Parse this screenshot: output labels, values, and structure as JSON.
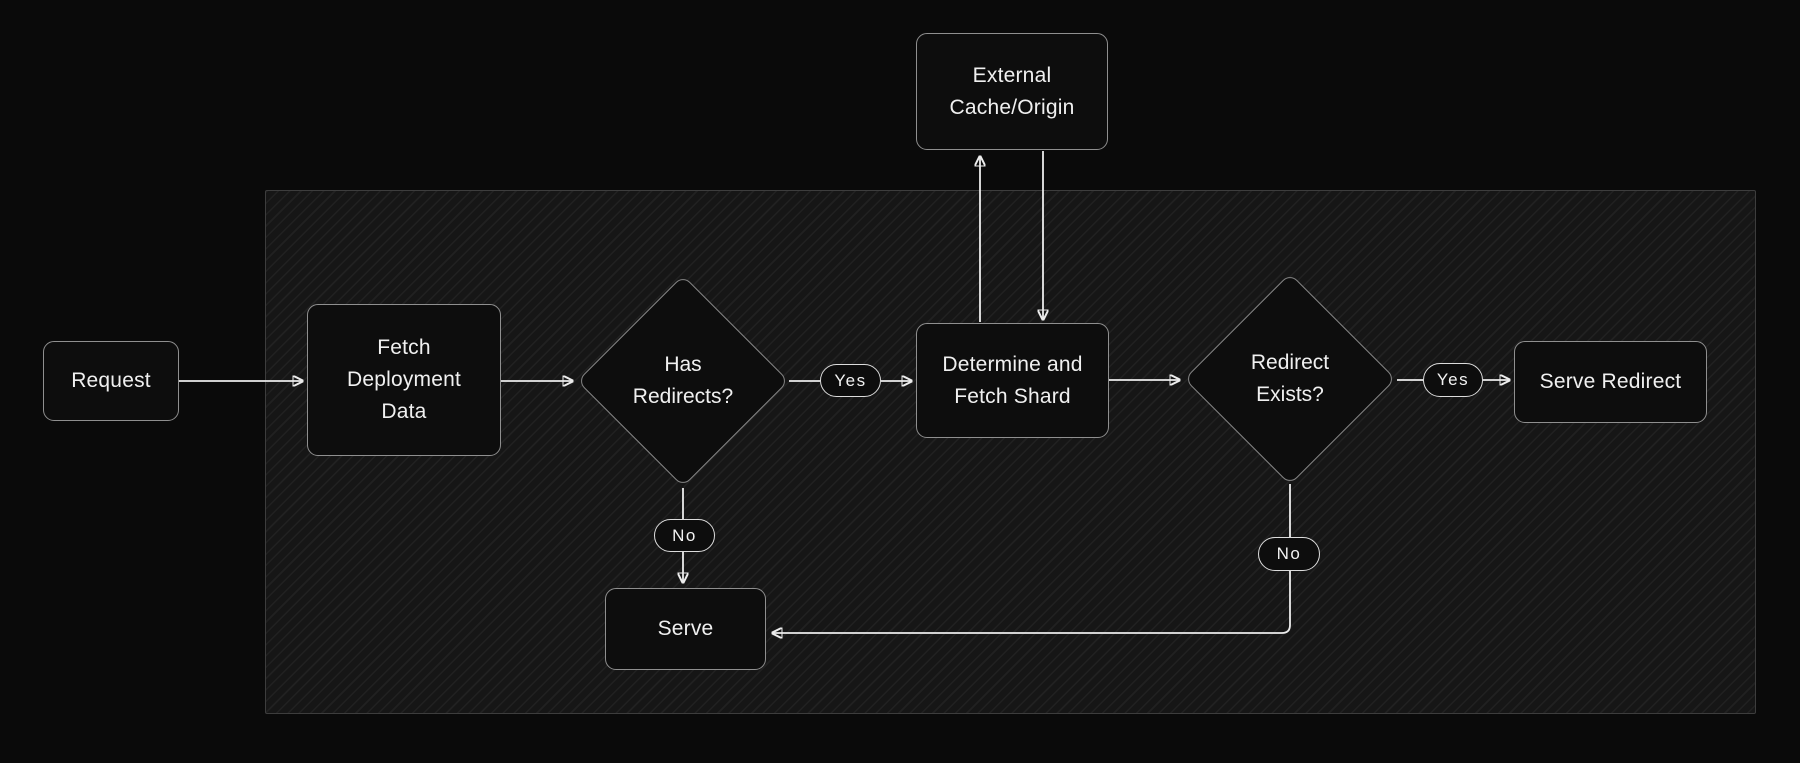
{
  "diagram": {
    "type": "flowchart",
    "direction": "left-to-right",
    "nodes": {
      "request": {
        "label": "Request",
        "shape": "rect"
      },
      "fetch_deployment_data": {
        "label": "Fetch Deployment Data",
        "shape": "rect"
      },
      "has_redirects": {
        "label": "Has Redirects?",
        "shape": "diamond"
      },
      "determine_and_fetch_shard": {
        "label": "Determine and Fetch Shard",
        "shape": "rect"
      },
      "external_cache_origin": {
        "label": "External Cache/Origin",
        "shape": "rect"
      },
      "redirect_exists": {
        "label": "Redirect Exists?",
        "shape": "diamond"
      },
      "serve_redirect": {
        "label": "Serve Redirect",
        "shape": "rect"
      },
      "serve": {
        "label": "Serve",
        "shape": "rect"
      }
    },
    "edges": [
      {
        "from": "request",
        "to": "fetch_deployment_data",
        "label": ""
      },
      {
        "from": "fetch_deployment_data",
        "to": "has_redirects",
        "label": ""
      },
      {
        "from": "has_redirects",
        "to": "determine_and_fetch_shard",
        "label": "Yes"
      },
      {
        "from": "has_redirects",
        "to": "serve",
        "label": "No"
      },
      {
        "from": "determine_and_fetch_shard",
        "to": "external_cache_origin",
        "label": ""
      },
      {
        "from": "external_cache_origin",
        "to": "determine_and_fetch_shard",
        "label": ""
      },
      {
        "from": "determine_and_fetch_shard",
        "to": "redirect_exists",
        "label": ""
      },
      {
        "from": "redirect_exists",
        "to": "serve_redirect",
        "label": "Yes"
      },
      {
        "from": "redirect_exists",
        "to": "serve",
        "label": "No"
      }
    ],
    "container": {
      "encloses": [
        "fetch_deployment_data",
        "has_redirects",
        "determine_and_fetch_shard",
        "redirect_exists",
        "serve_redirect",
        "serve"
      ]
    }
  },
  "colors": {
    "page_background": "#0a0a0a",
    "container_fill": "#161616",
    "container_stripe": "#212121",
    "container_border": "#3d3d3d",
    "node_fill": "#0d0d0d",
    "node_border": "#8f8f8f",
    "pill_border": "#dcdcdc",
    "edge_stroke": "#ececec",
    "text": "#f0f0f0"
  }
}
